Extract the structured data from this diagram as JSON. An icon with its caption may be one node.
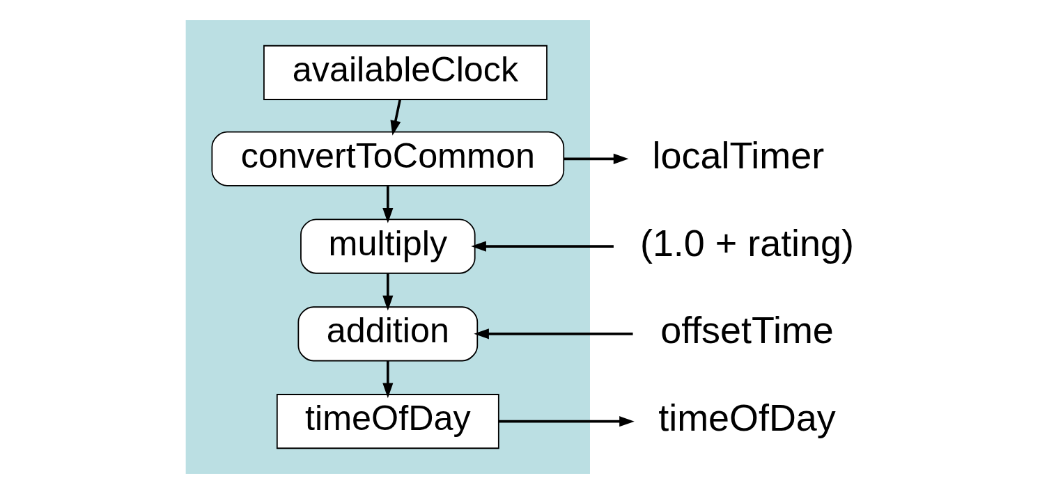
{
  "diagram": {
    "nodes": [
      {
        "text": [],
        "shape": "box"
      },
      {
        "text": [
          "availableClock"
        ],
        "in": 0
      },
      {
        "text": [
          "convertToCommon"
        ],
        "in": 0
      },
      {
        "text": [
          "multiply"
        ],
        "in": 0
      },
      {
        "text": [
          "addition"
        ],
        "in": 0
      },
      {
        "text": [
          "timeOfDay"
        ],
        "in": 0
      },
      {
        "text": [
          "localTimer"
        ]
      },
      {
        "text": [
          "(1.0 + rating)"
        ]
      },
      {
        "text": [
          "offsetTime"
        ]
      },
      {
        "text": [
          "timeOfDay"
        ]
      }
    ],
    "edges": [
      {
        "from": 1,
        "to": 2,
        "arrow": "to"
      },
      {
        "from": 2,
        "to": 3,
        "arrow": "to"
      },
      {
        "from": 2,
        "to": 6,
        "arrow": "to"
      },
      {
        "from": 7,
        "to": 3,
        "arrow": "to"
      },
      {
        "from": 3,
        "to": 4,
        "arrow": "to"
      },
      {
        "from": 8,
        "to": 4,
        "arrow": "to"
      },
      {
        "from": 4,
        "to": 5,
        "arrow": "to"
      },
      {
        "from": 5,
        "to": 9,
        "arrow": "to"
      }
    ]
  }
}
